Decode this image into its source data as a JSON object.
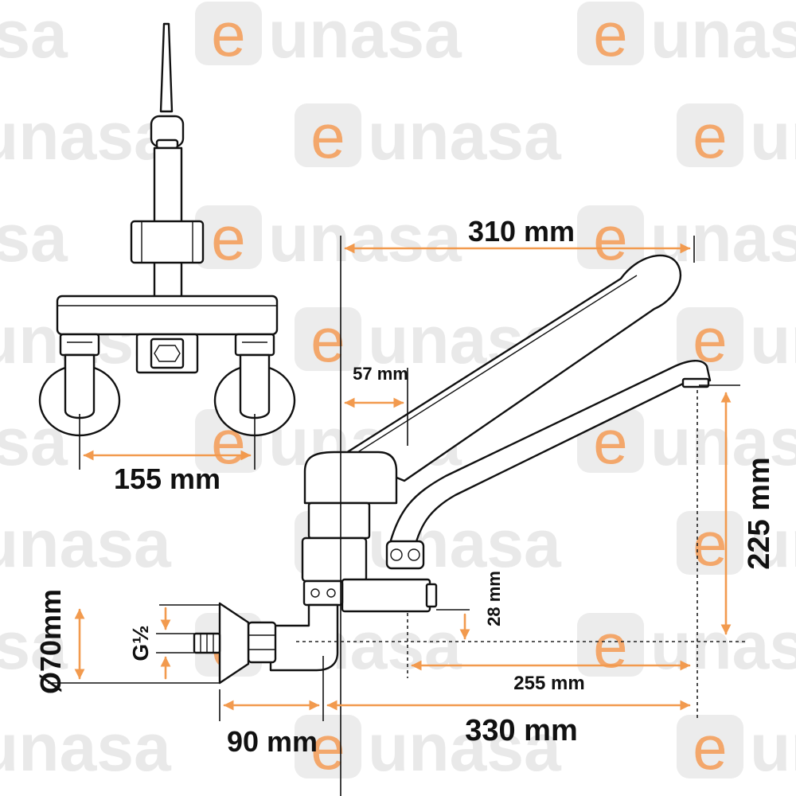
{
  "watermark": {
    "text": "eunasa",
    "e_letter": "e",
    "rest_letters": "unasa"
  },
  "colors": {
    "dimension_arrow": "#f29a4e",
    "line": "#111111",
    "watermark_tile": "#ececec",
    "watermark_e": "#f3a76b",
    "background": "#ffffff"
  },
  "dimensions": {
    "spout_reach": "310 mm",
    "wall_offset": "57 mm",
    "inlet_spacing": "155 mm",
    "spout_height": "225 mm",
    "inlet_height": "28 mm",
    "spout_projection": "255 mm",
    "flange_diameter": "Ø70mm",
    "thread": "G½",
    "wall_depth": "90 mm",
    "total_length": "330 mm"
  }
}
